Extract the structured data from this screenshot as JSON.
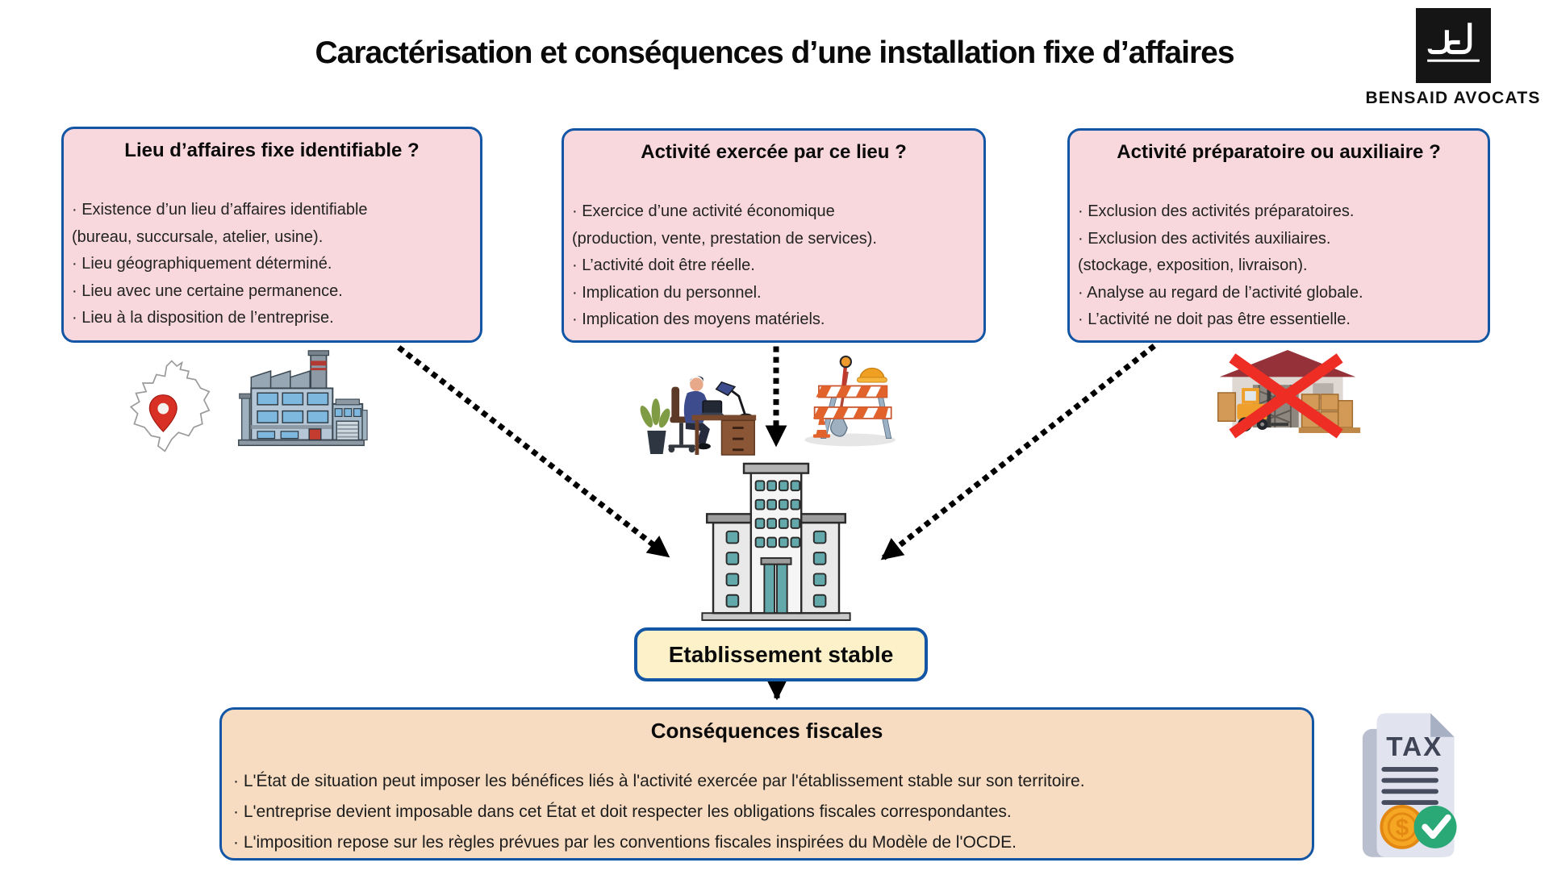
{
  "page": {
    "title": "Caractérisation et conséquences d’une installation fixe d’affaires"
  },
  "logo": {
    "brand": "BENSAID AVOCATS"
  },
  "criteria_boxes": [
    {
      "title": "Lieu d’affaires fixe identifiable ?",
      "lines": [
        "· Existence d’un lieu d’affaires identifiable",
        "(bureau, succursale, atelier, usine).",
        "· Lieu géographiquement déterminé.",
        "· Lieu avec une certaine permanence.",
        "· Lieu à la disposition de l’entreprise."
      ]
    },
    {
      "title": "Activité exercée par ce lieu ?",
      "lines": [
        "· Exercice d’une activité économique",
        "(production, vente, prestation de services).",
        "· L’activité doit être réelle.",
        "· Implication du personnel.",
        "· Implication des moyens matériels."
      ]
    },
    {
      "title": "Activité préparatoire ou auxiliaire ?",
      "lines": [
        "· Exclusion des activités préparatoires.",
        "· Exclusion des activités auxiliaires.",
        "(stockage, exposition, livraison).",
        "· Analyse au regard de l’activité globale.",
        "· L’activité ne doit pas être essentielle."
      ]
    }
  ],
  "result": {
    "label": "Etablissement stable"
  },
  "consequences": {
    "title": "Conséquences fiscales",
    "lines": [
      "· L'État de situation peut imposer les bénéfices liés à l'activité exercée par l'établissement stable sur son territoire.",
      "· L'entreprise devient imposable dans cet État et doit respecter les obligations fiscales correspondantes.",
      "· L'imposition repose sur les règles prévues par les conventions fiscales inspirées du Modèle de l'OCDE."
    ]
  },
  "icons": {
    "tax_label": "TAX",
    "coin_symbol": "$"
  },
  "colors": {
    "border_blue": "#1356A5",
    "box_pink": "#F8D8DD",
    "box_yellow": "#FCF1C9",
    "box_orange": "#F7DCC2",
    "cross_red": "#EE2D24",
    "pin_red": "#D93025"
  }
}
